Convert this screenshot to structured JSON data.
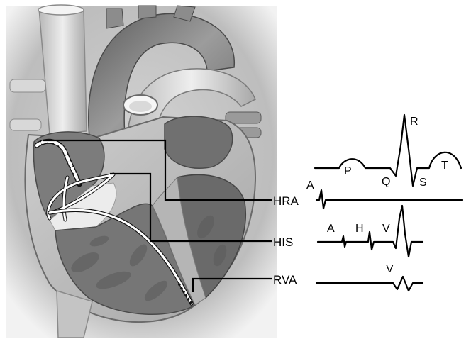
{
  "leads": [
    {
      "id": "hra",
      "label": "HRA",
      "deflections": [
        "A"
      ]
    },
    {
      "id": "his",
      "label": "HIS",
      "deflections": [
        "A",
        "H",
        "V"
      ]
    },
    {
      "id": "rva",
      "label": "RVA",
      "deflections": [
        "V"
      ]
    }
  ],
  "surface_ecg": {
    "waves": [
      "P",
      "Q",
      "R",
      "S",
      "T"
    ]
  },
  "colors": {
    "ink": "#000000",
    "heart_shade": "#8a8a8a",
    "background": "#ffffff"
  }
}
